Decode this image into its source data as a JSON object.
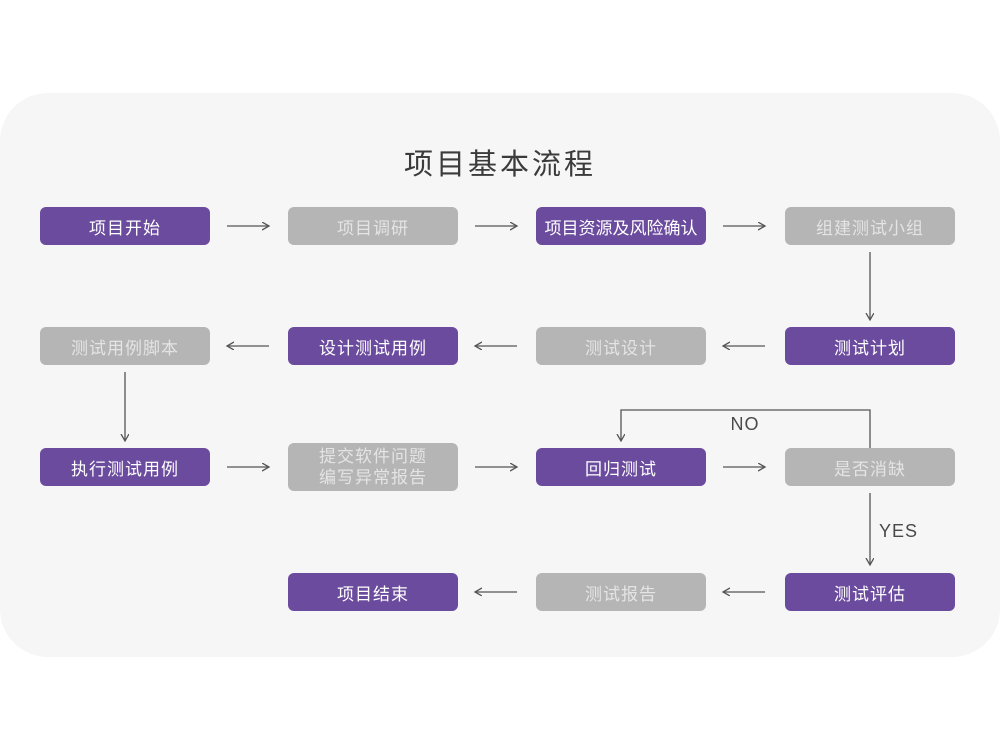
{
  "page": {
    "background": "#ffffff",
    "card_background": "#f6f6f7"
  },
  "title": "项目基本流程",
  "colors": {
    "node_purple": "#6b4b9e",
    "node_gray": "#b5b5b5",
    "purple_text": "#ffffff",
    "gray_text": "#e4e4e4",
    "arrow": "#555555",
    "title_text": "#3b3b3b"
  },
  "nodes": [
    {
      "id": "project-start",
      "label": "项目开始",
      "style": "purple"
    },
    {
      "id": "project-research",
      "label": "项目调研",
      "style": "gray"
    },
    {
      "id": "project-resources-risk",
      "label": "项目资源及风险确认",
      "style": "purple"
    },
    {
      "id": "build-test-team",
      "label": "组建测试小组",
      "style": "gray"
    },
    {
      "id": "test-case-script",
      "label": "测试用例脚本",
      "style": "gray"
    },
    {
      "id": "design-test-case",
      "label": "设计测试用例",
      "style": "purple"
    },
    {
      "id": "test-design",
      "label": "测试设计",
      "style": "gray"
    },
    {
      "id": "test-plan",
      "label": "测试计划",
      "style": "purple"
    },
    {
      "id": "execute-test-case",
      "label": "执行测试用例",
      "style": "purple"
    },
    {
      "id": "submit-issue-report",
      "label_lines": [
        "提交软件问题",
        "编写异常报告"
      ],
      "style": "gray"
    },
    {
      "id": "regression-test",
      "label": "回归测试",
      "style": "purple"
    },
    {
      "id": "defect-cleared",
      "label": "是否消缺",
      "style": "gray"
    },
    {
      "id": "project-end",
      "label": "项目结束",
      "style": "purple"
    },
    {
      "id": "test-report",
      "label": "测试报告",
      "style": "gray"
    },
    {
      "id": "test-evaluation",
      "label": "测试评估",
      "style": "purple"
    }
  ],
  "edge_labels": {
    "no": "NO",
    "yes": "YES"
  }
}
